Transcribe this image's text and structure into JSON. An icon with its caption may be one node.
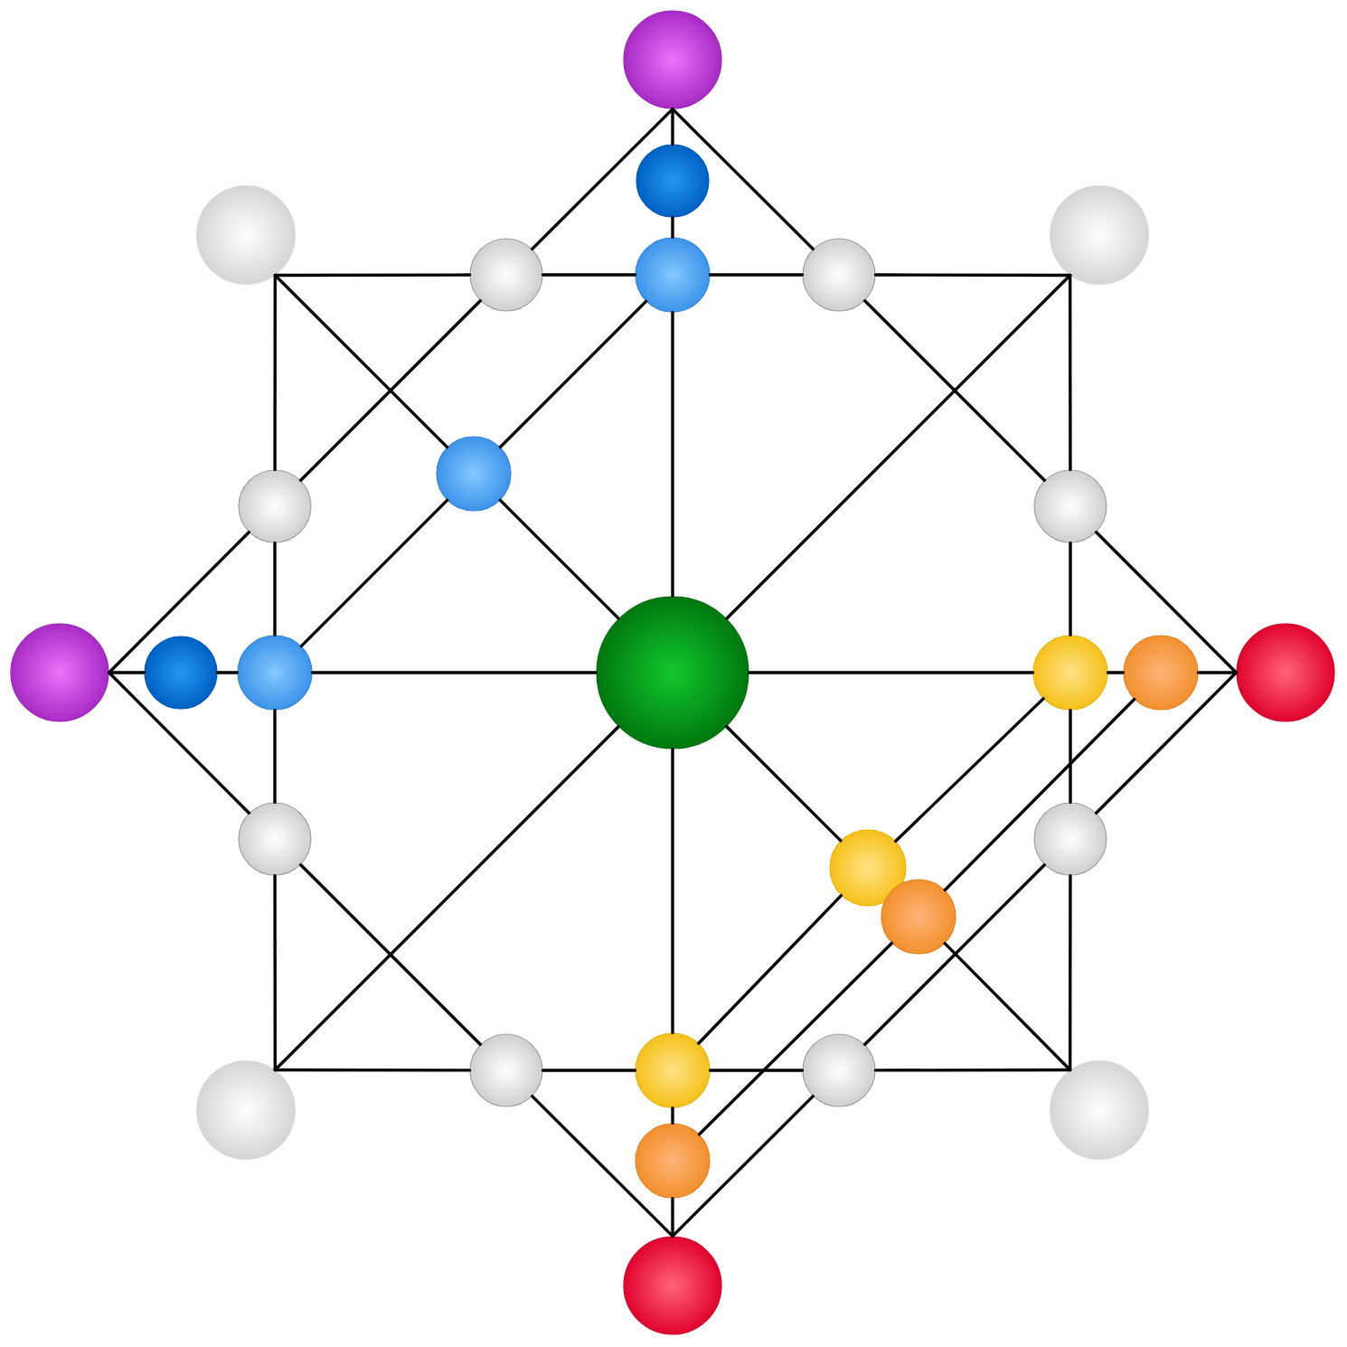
{
  "diagram": {
    "nodes": [
      {
        "text": [],
        "shape": "circle"
      },
      {
        "text": [],
        "shape": "circle"
      },
      {
        "text": [],
        "shape": "circle"
      },
      {
        "text": [],
        "shape": "circle"
      },
      {
        "text": [],
        "shape": "circle"
      },
      {
        "text": [],
        "shape": "circle"
      },
      {
        "text": [],
        "shape": "circle"
      },
      {
        "text": [],
        "shape": "circle"
      },
      {
        "text": [],
        "shape": "circle"
      },
      {
        "text": [],
        "shape": "circle"
      },
      {
        "text": [],
        "shape": "circle"
      },
      {
        "text": [],
        "shape": "circle"
      },
      {
        "text": [],
        "shape": "circle"
      },
      {
        "text": [],
        "shape": "circle"
      },
      {
        "text": [],
        "shape": "circle"
      },
      {
        "text": [],
        "shape": "circle"
      },
      {
        "text": [],
        "shape": "circle"
      },
      {
        "text": [],
        "shape": "circle"
      },
      {
        "text": [],
        "shape": "circle"
      },
      {
        "text": [],
        "shape": "circle"
      },
      {
        "text": [],
        "shape": "circle"
      },
      {
        "text": [],
        "shape": "circle"
      },
      {
        "text": [],
        "shape": "circle"
      },
      {
        "text": [],
        "shape": "circle"
      },
      {
        "text": [],
        "shape": "circle"
      },
      {
        "text": [],
        "shape": "circle"
      },
      {
        "text": [],
        "shape": "circle"
      },
      {
        "text": [],
        "shape": "circle"
      }
    ],
    "edges": [
      {
        "from": 0,
        "to": 1,
        "arrow": "none"
      },
      {
        "from": 1,
        "to": 5,
        "arrow": "none"
      },
      {
        "from": 5,
        "to": 13,
        "arrow": "none"
      },
      {
        "from": 13,
        "to": 22,
        "arrow": "none"
      },
      {
        "from": 22,
        "to": 26,
        "arrow": "none"
      },
      {
        "from": 26,
        "to": 27,
        "arrow": "none"
      },
      {
        "from": 10,
        "to": 11,
        "arrow": "none"
      },
      {
        "from": 11,
        "to": 12,
        "arrow": "none"
      },
      {
        "from": 12,
        "to": 13,
        "arrow": "none"
      },
      {
        "from": 13,
        "to": 14,
        "arrow": "none"
      },
      {
        "from": 14,
        "to": 15,
        "arrow": "none"
      },
      {
        "from": 15,
        "to": 16,
        "arrow": "none"
      },
      {
        "from": 2,
        "to": 4,
        "arrow": "none"
      },
      {
        "from": 4,
        "to": 5,
        "arrow": "none"
      },
      {
        "from": 5,
        "to": 6,
        "arrow": "none"
      },
      {
        "from": 6,
        "to": 3,
        "arrow": "none"
      },
      {
        "from": 24,
        "to": 21,
        "arrow": "none"
      },
      {
        "from": 21,
        "to": 22,
        "arrow": "none"
      },
      {
        "from": 22,
        "to": 23,
        "arrow": "none"
      },
      {
        "from": 23,
        "to": 25,
        "arrow": "none"
      },
      {
        "from": 2,
        "to": 9,
        "arrow": "none"
      },
      {
        "from": 9,
        "to": 12,
        "arrow": "none"
      },
      {
        "from": 12,
        "to": 17,
        "arrow": "none"
      },
      {
        "from": 17,
        "to": 24,
        "arrow": "none"
      },
      {
        "from": 3,
        "to": 8,
        "arrow": "none"
      },
      {
        "from": 8,
        "to": 14,
        "arrow": "none"
      },
      {
        "from": 14,
        "to": 18,
        "arrow": "none"
      },
      {
        "from": 18,
        "to": 25,
        "arrow": "none"
      },
      {
        "from": 2,
        "to": 7,
        "arrow": "none"
      },
      {
        "from": 7,
        "to": 13,
        "arrow": "none"
      },
      {
        "from": 13,
        "to": 19,
        "arrow": "none"
      },
      {
        "from": 20,
        "to": 25,
        "arrow": "none"
      },
      {
        "from": 3,
        "to": 13,
        "arrow": "none"
      },
      {
        "from": 13,
        "to": 24,
        "arrow": "none"
      },
      {
        "from": 0,
        "to": 4,
        "arrow": "none"
      },
      {
        "from": 4,
        "to": 9,
        "arrow": "none"
      },
      {
        "from": 9,
        "to": 10,
        "arrow": "none"
      },
      {
        "from": 0,
        "to": 6,
        "arrow": "none"
      },
      {
        "from": 6,
        "to": 8,
        "arrow": "none"
      },
      {
        "from": 8,
        "to": 16,
        "arrow": "none"
      },
      {
        "from": 10,
        "to": 17,
        "arrow": "none"
      },
      {
        "from": 17,
        "to": 21,
        "arrow": "none"
      },
      {
        "from": 21,
        "to": 27,
        "arrow": "none"
      },
      {
        "from": 16,
        "to": 18,
        "arrow": "none"
      },
      {
        "from": 18,
        "to": 23,
        "arrow": "none"
      },
      {
        "from": 23,
        "to": 27,
        "arrow": "none"
      },
      {
        "from": 12,
        "to": 7,
        "arrow": "none"
      },
      {
        "from": 7,
        "to": 5,
        "arrow": "none"
      },
      {
        "from": 14,
        "to": 19,
        "arrow": "none"
      },
      {
        "from": 19,
        "to": 22,
        "arrow": "none"
      },
      {
        "from": 15,
        "to": 20,
        "arrow": "none"
      },
      {
        "from": 20,
        "to": 26,
        "arrow": "none"
      }
    ]
  }
}
